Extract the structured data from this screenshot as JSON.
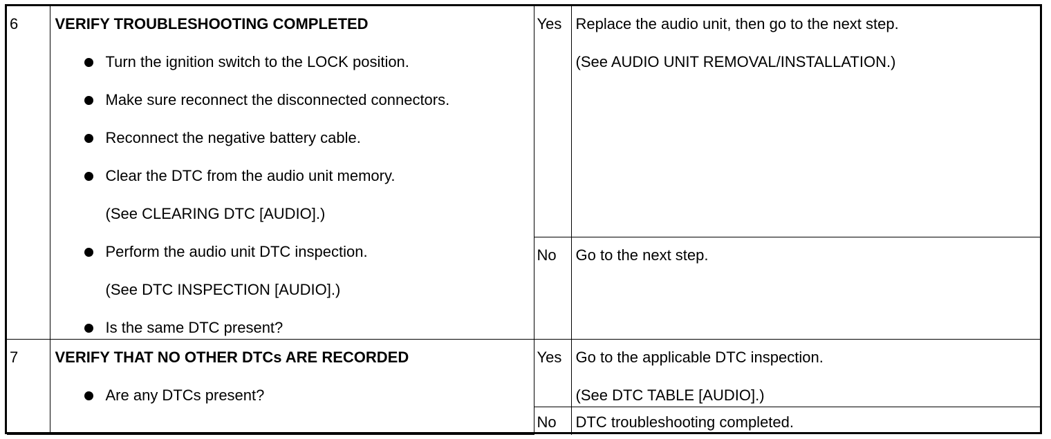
{
  "steps": [
    {
      "number": "6",
      "heading": "VERIFY TROUBLESHOOTING COMPLETED",
      "items": [
        {
          "text": "Turn the ignition switch to the LOCK position.",
          "sub": ""
        },
        {
          "text": "Make sure reconnect the disconnected connectors.",
          "sub": ""
        },
        {
          "text": "Reconnect the negative battery cable.",
          "sub": ""
        },
        {
          "text": "Clear the DTC from the audio unit memory.",
          "sub": "(See CLEARING DTC [AUDIO].)"
        },
        {
          "text": "Perform the audio unit DTC inspection.",
          "sub": "(See DTC INSPECTION [AUDIO].)"
        },
        {
          "text": "Is the same DTC present?",
          "sub": ""
        }
      ],
      "results": [
        {
          "answer": "Yes",
          "action": "Replace the audio unit, then go to the next step.",
          "action_ref": "(See AUDIO UNIT REMOVAL/INSTALLATION.)"
        },
        {
          "answer": "No",
          "action": "Go to the next step.",
          "action_ref": ""
        }
      ]
    },
    {
      "number": "7",
      "heading": "VERIFY THAT NO OTHER DTCs ARE RECORDED",
      "items": [
        {
          "text": "Are any DTCs present?",
          "sub": ""
        }
      ],
      "results": [
        {
          "answer": "Yes",
          "action": "Go to the applicable DTC inspection.",
          "action_ref": "(See DTC TABLE [AUDIO].)"
        },
        {
          "answer": "No",
          "action": "DTC troubleshooting completed.",
          "action_ref": ""
        }
      ]
    }
  ]
}
